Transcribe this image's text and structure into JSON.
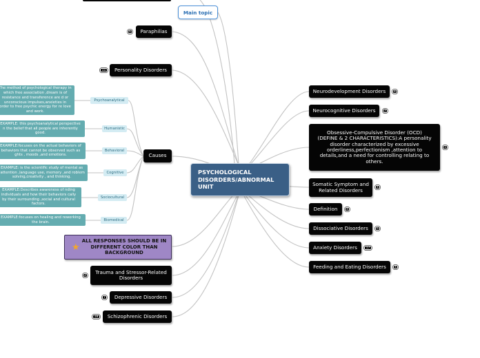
{
  "central": {
    "label": "PSYCHOLOGICAL DISORDERS/ABNORMAL UNIT"
  },
  "main_topic": {
    "label": "Main topic"
  },
  "left_branches": {
    "paraphilias": {
      "label": "Paraphilias",
      "count": "6"
    },
    "personality": {
      "label": "Personality Disorders",
      "count": "11"
    },
    "causes": {
      "label": "Causes"
    },
    "note": {
      "label": "ALL RESPONSES SHOULD BE IN DIFFERENT COLOR THAN BACKGROUND",
      "icon": "star-icon",
      "color": "#9f87c6"
    },
    "trauma": {
      "label": "Trauma and Stressor-Related Disorders",
      "count": "2"
    },
    "depressive": {
      "label": "Depressive Disorders",
      "count": "7"
    },
    "schizophrenic": {
      "label": "Schizophrenic Disorders",
      "count": "18"
    }
  },
  "causes_children": [
    {
      "label": "Psychoanalytical",
      "text": "The method of psychological therapy in which free association ,dream is of resistance and transference are d or unconscious impulses,anxieties in order to free psychic energy for re love and work."
    },
    {
      "label": "Humanistic",
      "text": "EXAMPLE: this psychoanalytical perspective n the belief that all people are inherently good."
    },
    {
      "label": "Behavioral",
      "text": "EXAMPLE:focuses on the actual behaviors of behaviors that cannot be observed such as ghts , moods ,and emotions."
    },
    {
      "label": "Cognitive",
      "text": "EXAMPLE: is the scientific study of mental as \"attention ,language use, memory ,and roblem solving,creativity , and thinking."
    },
    {
      "label": "Sociocultural",
      "text": "EXAMPLE:Describes awareness of nding individuals and how their behaviors cally by their surrounding ,social and cultural factors."
    },
    {
      "label": "Biomedical",
      "text": "EXAMPLE:focuses on healing and reworking the brain."
    }
  ],
  "right_branches": {
    "neurodevelopment": {
      "label": "Neurodevelopment Disorders",
      "count": "4"
    },
    "neurocognitive": {
      "label": "Neurocognitive Disorders",
      "count": "2"
    },
    "ocd": {
      "label": "Obsessive-Compulsive Disorder (OCD) (DEFINE & 2 CHARACTERISTICS):A personality disorder characterized by excessive orderliness,perfectionism ,attention to details,and a need for controlling relating to others.",
      "count": "1"
    },
    "somatic": {
      "label": "Somatic Symptom and Related Disorders",
      "count": "4"
    },
    "definition": {
      "label": "Definition",
      "count": "4"
    },
    "dissociative": {
      "label": "Dissociative Disorders",
      "count": "6"
    },
    "anxiety": {
      "label": "Anxiety Disorders",
      "count": "17"
    },
    "feeding": {
      "label": "Feeding and Eating Disorders",
      "count": "4"
    }
  },
  "colors": {
    "central": "#3a5f86",
    "dark_node": "#050505",
    "subtopic": "#d4ecf3",
    "detail": "#64acb0",
    "link": "#c2c2c2"
  }
}
